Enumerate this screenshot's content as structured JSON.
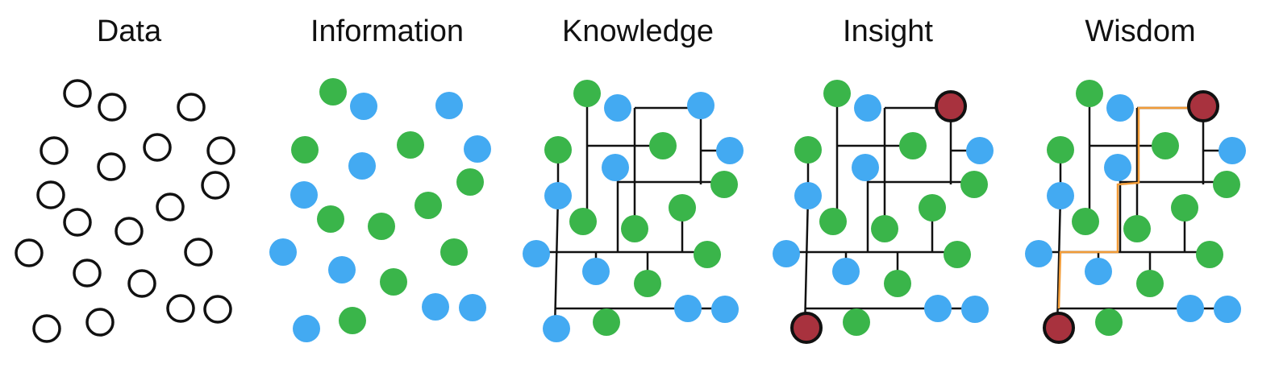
{
  "panels": [
    {
      "id": "data",
      "title": "Data"
    },
    {
      "id": "information",
      "title": "Information"
    },
    {
      "id": "knowledge",
      "title": "Knowledge"
    },
    {
      "id": "insight",
      "title": "Insight"
    },
    {
      "id": "wisdom",
      "title": "Wisdom"
    }
  ],
  "colors": {
    "green": "#3ab54a",
    "blue": "#43aaf2",
    "red": "#a8323e",
    "outline": "#111111",
    "line": "#111111",
    "path": "#f29c38"
  }
}
